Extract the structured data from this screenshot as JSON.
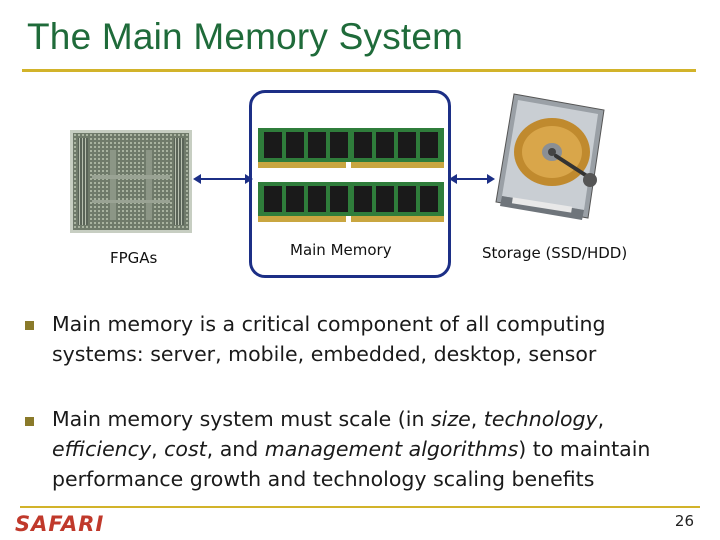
{
  "slide": {
    "title": "The Main Memory System",
    "page_number": "26",
    "logo": "SAFARI"
  },
  "figures": {
    "fpga_label": "FPGAs",
    "memory_label": "Main Memory",
    "storage_label": "Storage (SSD/HDD)",
    "icons": [
      "fpga-chip-icon",
      "dram-module-icon",
      "hard-drive-icon"
    ]
  },
  "bullets": [
    {
      "line1": "Main memory is a critical component of all computing",
      "line2": "systems: server, mobile, embedded, desktop, sensor"
    },
    {
      "pre": "Main memory system must scale (in ",
      "i1": "size",
      "s1": ", ",
      "i2": "technology",
      "s2": ",",
      "i3": "efficiency",
      "s3": ", ",
      "i4": "cost",
      "s4": ", and ",
      "i5": "management algorithms",
      "s5": ") to maintain",
      "line3": "performance growth and technology scaling benefits"
    }
  ],
  "colors": {
    "title": "#1f6b3a",
    "rule": "#d2b32a",
    "box": "#1c2f86",
    "logo": "#c0392b"
  }
}
